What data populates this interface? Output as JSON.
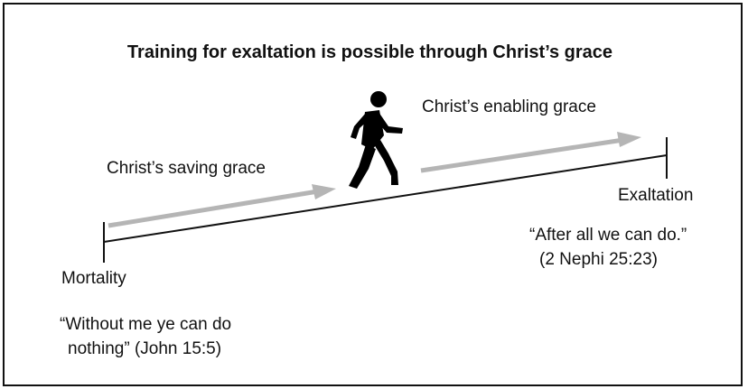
{
  "title": "Training for exaltation is possible through Christ’s grace",
  "labels": {
    "saving_grace": "Christ’s saving grace",
    "enabling_grace": "Christ’s enabling grace",
    "start": "Mortality",
    "end": "Exaltation"
  },
  "quotes": {
    "after_line1": "“After all we can do.”",
    "after_line2": "(2 Nephi 25:23)",
    "without_line1": "“Without me ye can do",
    "without_line2": "nothing” (John 15:5)"
  },
  "colors": {
    "line": "#111111",
    "arrow": "#b5b5b5",
    "figure": "#000000"
  },
  "icons": {
    "figure": "walking-person-icon"
  }
}
